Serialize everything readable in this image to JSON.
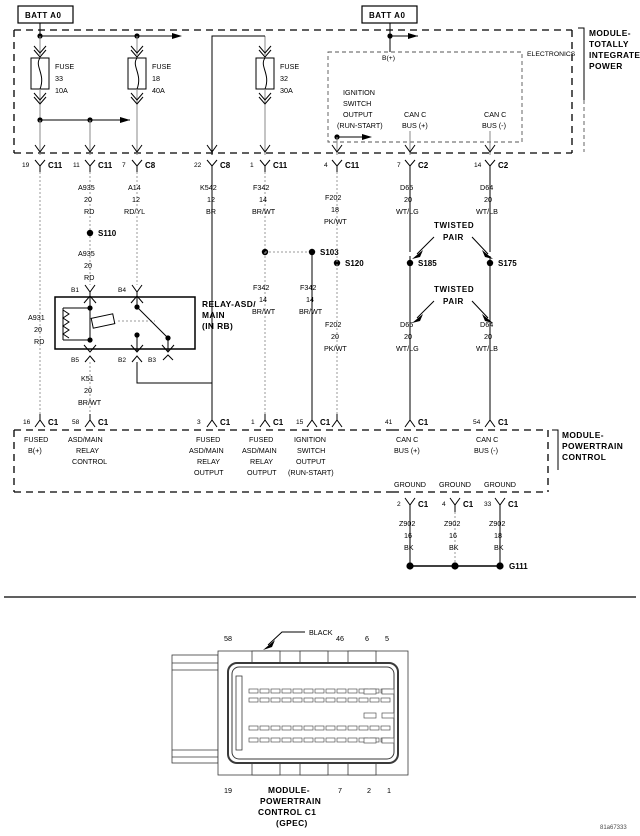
{
  "sheet": {
    "watermark": "81a67333"
  },
  "top_section": {
    "module_label": "MODULE-\nTOTALLY\nINTEGRATED\nPOWER",
    "module_label_lines": [
      "MODULE-",
      "TOTALLY",
      "INTEGRATED",
      "POWER"
    ],
    "batt_left": "BATT A0",
    "batt_right": "BATT A0",
    "electronics_label": "ELECTRONICS",
    "bplus_label": "B(+)",
    "fuses": [
      {
        "name": "FUSE",
        "number": "33",
        "rating": "10A"
      },
      {
        "name": "FUSE",
        "number": "18",
        "rating": "40A"
      },
      {
        "name": "FUSE",
        "number": "32",
        "rating": "30A"
      }
    ],
    "electronics_functions": [
      {
        "lines": [
          "IGNITION",
          "SWITCH",
          "OUTPUT",
          "(RUN-START)"
        ]
      },
      {
        "lines": [
          "CAN C",
          "BUS (+)"
        ]
      },
      {
        "lines": [
          "CAN C",
          "BUS (-)"
        ]
      }
    ],
    "connectors": [
      {
        "pin": "19",
        "name": "C11"
      },
      {
        "pin": "11",
        "name": "C11"
      },
      {
        "pin": "7",
        "name": "C8"
      },
      {
        "pin": "22",
        "name": "C8"
      },
      {
        "pin": "1",
        "name": "C11"
      },
      {
        "pin": "4",
        "name": "C11"
      },
      {
        "pin": "7",
        "name": "C2"
      },
      {
        "pin": "14",
        "name": "C2"
      }
    ]
  },
  "wires": {
    "a931": {
      "circuit": "A931",
      "gauge": "20",
      "color": "RD"
    },
    "a935_upper": {
      "circuit": "A935",
      "gauge": "20",
      "color": "RD"
    },
    "a935_lower": {
      "circuit": "A935",
      "gauge": "20",
      "color": "RD"
    },
    "a14": {
      "circuit": "A14",
      "gauge": "12",
      "color": "RD/YL"
    },
    "k542": {
      "circuit": "K542",
      "gauge": "12",
      "color": "BR"
    },
    "f342_top": {
      "circuit": "F342",
      "gauge": "14",
      "color": "BR/WT"
    },
    "f342_left": {
      "circuit": "F342",
      "gauge": "14",
      "color": "BR/WT"
    },
    "f342_right": {
      "circuit": "F342",
      "gauge": "14",
      "color": "BR/WT"
    },
    "k51": {
      "circuit": "K51",
      "gauge": "20",
      "color": "BR/WT"
    },
    "f202_upper": {
      "circuit": "F202",
      "gauge": "18",
      "color": "PK/WT"
    },
    "f202_lower": {
      "circuit": "F202",
      "gauge": "20",
      "color": "PK/WT"
    },
    "d65_upper": {
      "circuit": "D65",
      "gauge": "20",
      "color": "WT/LG"
    },
    "d65_lower": {
      "circuit": "D65",
      "gauge": "20",
      "color": "WT/LG"
    },
    "d64_upper": {
      "circuit": "D64",
      "gauge": "20",
      "color": "WT/LB"
    },
    "d64_lower": {
      "circuit": "D64",
      "gauge": "20",
      "color": "WT/LB"
    },
    "z902_a": {
      "circuit": "Z902",
      "gauge": "16",
      "color": "BK"
    },
    "z902_b": {
      "circuit": "Z902",
      "gauge": "16",
      "color": "BK"
    },
    "z902_c": {
      "circuit": "Z902",
      "gauge": "18",
      "color": "BK"
    }
  },
  "splices": [
    {
      "id": "S110"
    },
    {
      "id": "S103"
    },
    {
      "id": "S120"
    },
    {
      "id": "S185"
    },
    {
      "id": "S175"
    }
  ],
  "ground": {
    "id": "G111",
    "labels": [
      "GROUND",
      "GROUND",
      "GROUND"
    ]
  },
  "twisted_pair": {
    "line1": "TWISTED",
    "line2": "PAIR"
  },
  "relay": {
    "name_lines": [
      "RELAY-ASD/",
      "MAIN",
      "(IN RB)"
    ],
    "terminals_top": [
      "B1",
      "B4"
    ],
    "terminals_bottom": [
      "B5",
      "B2",
      "B3"
    ]
  },
  "pcm": {
    "module_label_lines": [
      "MODULE-",
      "POWERTRAIN",
      "CONTROL"
    ],
    "pins": [
      {
        "pin": "16",
        "conn": "C1",
        "fn_lines": [
          "FUSED",
          "B(+)"
        ]
      },
      {
        "pin": "58",
        "conn": "C1",
        "fn_lines": [
          "ASD/MAIN",
          "RELAY",
          "CONTROL"
        ]
      },
      {
        "pin": "3",
        "conn": "C1",
        "fn_lines": [
          "FUSED",
          "ASD/MAIN",
          "RELAY",
          "OUTPUT"
        ]
      },
      {
        "pin": "1",
        "conn": "C1",
        "fn_lines": [
          "FUSED",
          "ASD/MAIN",
          "RELAY",
          "OUTPUT"
        ]
      },
      {
        "pin": "15",
        "conn": "C1",
        "fn_lines": [
          "IGNITION",
          "SWITCH",
          "OUTPUT",
          "(RUN-START)"
        ]
      },
      {
        "pin": "41",
        "conn": "C1",
        "fn_lines": [
          "CAN C",
          "BUS (+)"
        ]
      },
      {
        "pin": "54",
        "conn": "C1",
        "fn_lines": [
          "CAN C",
          "BUS (-)"
        ]
      }
    ],
    "ground_pins": [
      {
        "pin": "2",
        "conn": "C1"
      },
      {
        "pin": "4",
        "conn": "C1"
      },
      {
        "pin": "33",
        "conn": "C1"
      }
    ]
  },
  "connector_view": {
    "callout": "BLACK",
    "title_lines": [
      "MODULE-",
      "POWERTRAIN",
      "CONTROL C1",
      "(GPEC)"
    ],
    "top_pin_numbers": [
      "58",
      "46",
      "6",
      "5"
    ],
    "bottom_pin_numbers": [
      "19",
      "7",
      "2",
      "1"
    ]
  }
}
